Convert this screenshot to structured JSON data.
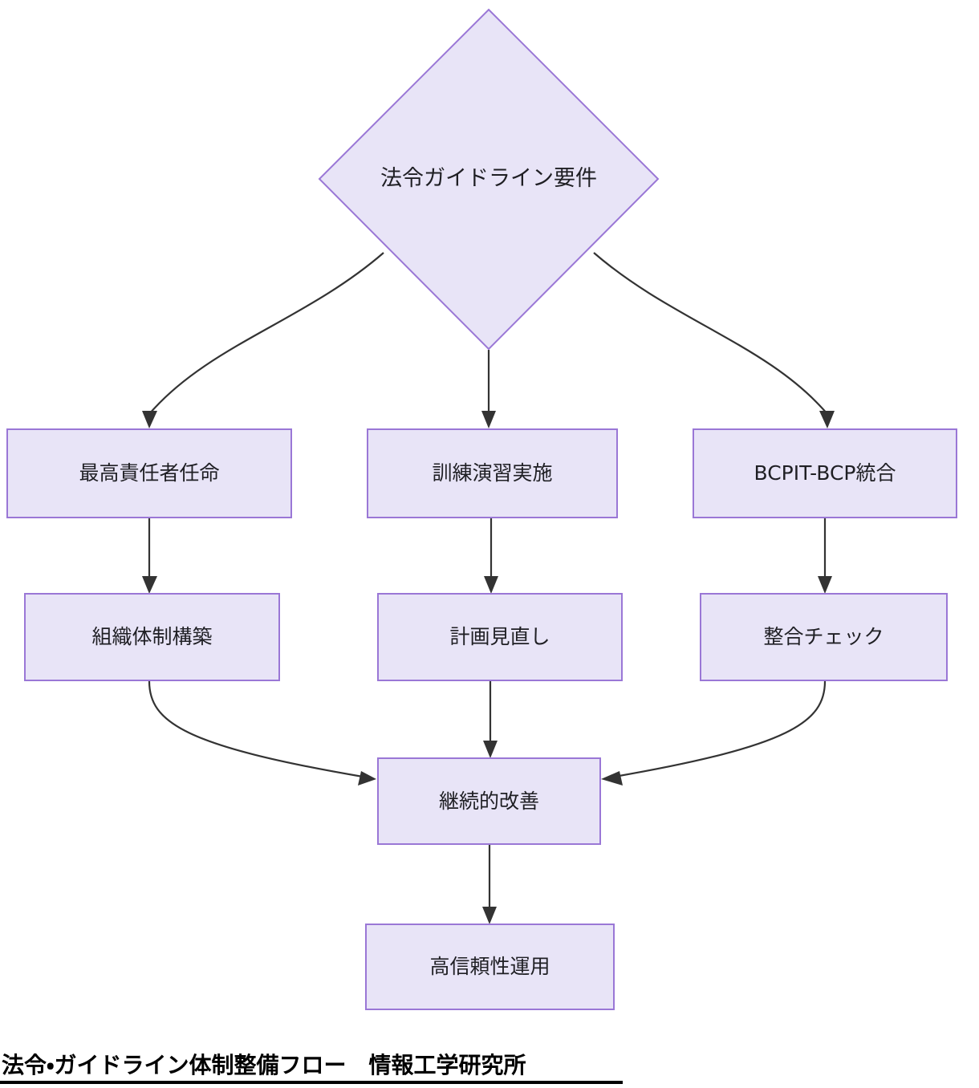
{
  "diagram": {
    "title": "法令・ガイドライン体制整備フロー　情報工学研究所",
    "background_color": "#ffffff",
    "node_fill_color": "#e8e4f7",
    "node_border_color": "#9a77d6",
    "edge_color": "#333333",
    "text_color": "#1f1f24"
  },
  "nodes": {
    "requirements": {
      "label": "法令ガイドライン要件",
      "shape": "diamond"
    },
    "appoint_officer": {
      "label": "最高責任者任命",
      "shape": "rect"
    },
    "drills": {
      "label": "訓練演習実施",
      "shape": "rect"
    },
    "bcp_integration": {
      "label": "BCPIT-BCP統合",
      "shape": "rect"
    },
    "org_structure": {
      "label": "組織体制構築",
      "shape": "rect"
    },
    "plan_review": {
      "label": "計画見直し",
      "shape": "rect"
    },
    "consistency_check": {
      "label": "整合チェック",
      "shape": "rect"
    },
    "continuous_improvement": {
      "label": "継続的改善",
      "shape": "rect"
    },
    "reliable_operation": {
      "label": "高信頼性運用",
      "shape": "rect"
    }
  },
  "edges": [
    {
      "from": "requirements",
      "to": "appoint_officer"
    },
    {
      "from": "requirements",
      "to": "drills"
    },
    {
      "from": "requirements",
      "to": "bcp_integration"
    },
    {
      "from": "appoint_officer",
      "to": "org_structure"
    },
    {
      "from": "drills",
      "to": "plan_review"
    },
    {
      "from": "bcp_integration",
      "to": "consistency_check"
    },
    {
      "from": "org_structure",
      "to": "continuous_improvement"
    },
    {
      "from": "plan_review",
      "to": "continuous_improvement"
    },
    {
      "from": "consistency_check",
      "to": "continuous_improvement"
    },
    {
      "from": "continuous_improvement",
      "to": "reliable_operation"
    }
  ],
  "caption": {
    "text": "法令・ガイドライン体制整備フロー　情報工学研究所"
  }
}
